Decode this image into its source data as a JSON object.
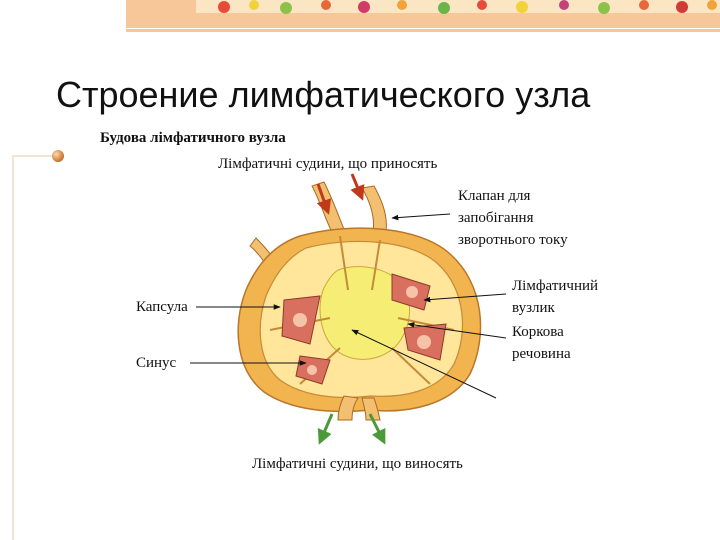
{
  "title": "Строение лимфатического узла",
  "diagram": {
    "heading": "Будова лімфатичного вузла",
    "labels": {
      "afferent": "Лімфатичні судини, що приносять",
      "valve": [
        "Клапан для",
        "запобігання",
        "зворотнього току"
      ],
      "capsule": "Капсула",
      "sinus": "Синус",
      "nodule": [
        "Лімфатичний",
        "вузлик"
      ],
      "cortex": [
        "Коркова",
        "речовина"
      ],
      "efferent": "Лімфатичні судини, що виносять"
    },
    "colors": {
      "capsule_outer": "#f2b44e",
      "capsule_inner": "#ffe69a",
      "medulla": "#f6ee74",
      "nodule": "#d9705f",
      "afferent_arrow": "#c0391b",
      "efferent_arrow": "#4a9a3a"
    }
  }
}
